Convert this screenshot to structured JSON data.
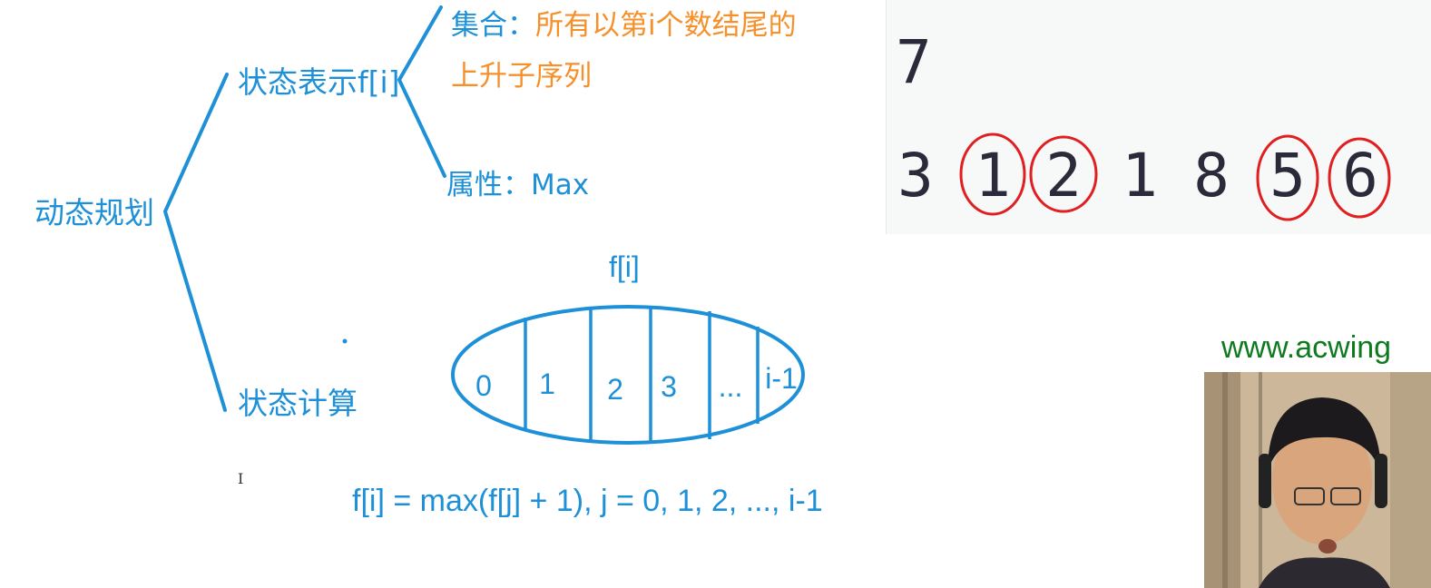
{
  "tree": {
    "root": "动态规划",
    "state_repr": "状态表示f[i]",
    "set_label": "集合：",
    "set_desc_line1": "所有以第i个数结尾的",
    "set_desc_line2": "上升子序列",
    "attr_label": "属性：Max",
    "state_calc": "状态计算"
  },
  "partition": {
    "title": "f[i]",
    "cells": [
      "0",
      "1",
      "2",
      "3",
      "...",
      "i-1"
    ]
  },
  "formula": "f[i] = max(f[j] + 1), j = 0, 1, 2, ..., i-1",
  "panel": {
    "n": "7",
    "sequence": [
      "3",
      "1",
      "2",
      "1",
      "8",
      "5",
      "6"
    ],
    "circled": [
      false,
      true,
      true,
      false,
      false,
      true,
      true
    ]
  },
  "site": "www.acwing",
  "colors": {
    "blue": "#1e90d8",
    "orange": "#f5902b",
    "circle": "#e02020"
  }
}
